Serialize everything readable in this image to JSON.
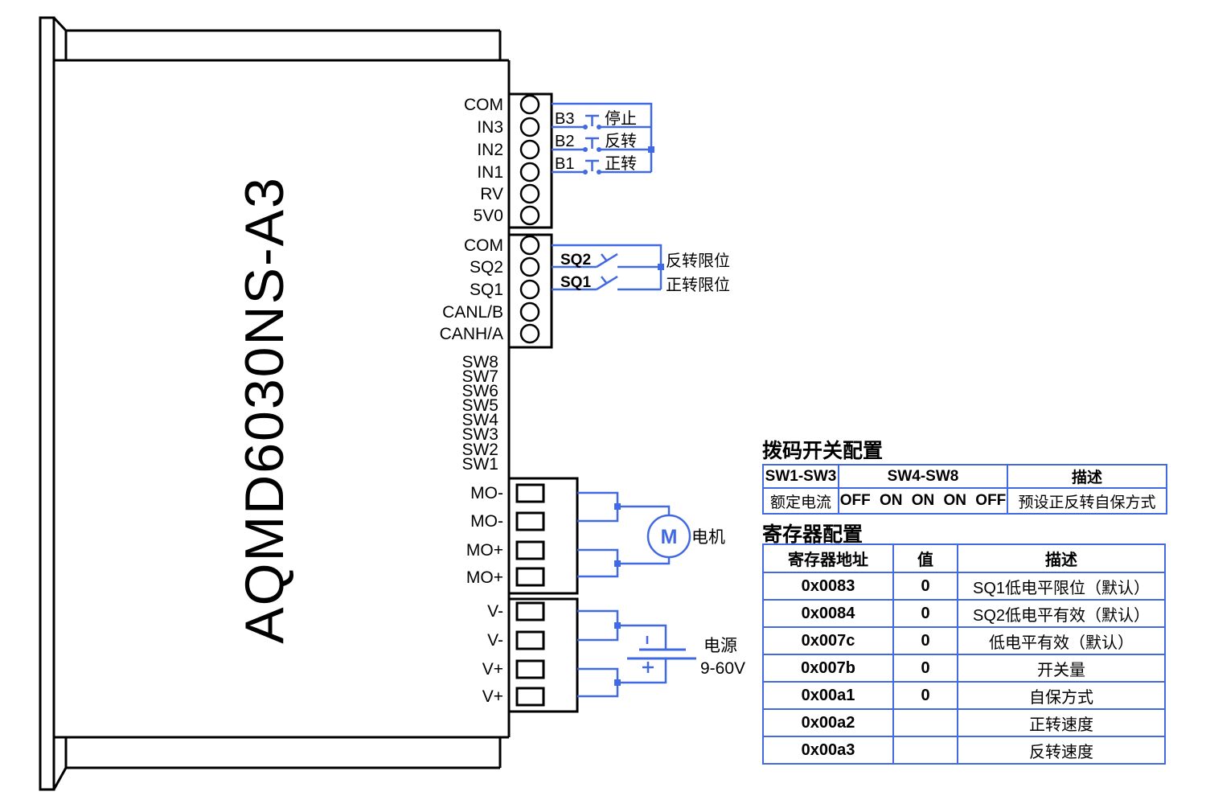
{
  "device": {
    "name": "AQMD6030NS-A3"
  },
  "connectors": {
    "digital_inputs": [
      "COM",
      "IN3",
      "IN2",
      "IN1",
      "RV",
      "5V0"
    ],
    "limit_can": [
      "COM",
      "SQ2",
      "SQ1",
      "CANL/B",
      "CANH/A"
    ],
    "dip_switches": [
      "SW8",
      "SW7",
      "SW6",
      "SW5",
      "SW4",
      "SW3",
      "SW2",
      "SW1"
    ],
    "motor_terminals": [
      "MO-",
      "MO-",
      "MO+",
      "MO+"
    ],
    "power_terminals": [
      "V-",
      "V-",
      "V+",
      "V+"
    ]
  },
  "buttons": [
    {
      "id": "B3",
      "label": "停止"
    },
    {
      "id": "B2",
      "label": "反转"
    },
    {
      "id": "B1",
      "label": "正转"
    }
  ],
  "limit_switches": [
    {
      "id": "SQ2",
      "label": "反转限位"
    },
    {
      "id": "SQ1",
      "label": "正转限位"
    }
  ],
  "motor": {
    "symbol": "M",
    "label": "电机"
  },
  "power": {
    "label": "电源",
    "voltage": "9-60V",
    "negative_marker": "-",
    "positive_marker": "+"
  },
  "tables": {
    "dip": {
      "title": "拨码开关配置",
      "headers": [
        "SW1-SW3",
        "SW4-SW8",
        "描述"
      ],
      "row": [
        "额定电流",
        "OFF ON ON ON OFF",
        "预设正反转自保方式"
      ]
    },
    "registers": {
      "title": "寄存器配置",
      "headers": [
        "寄存器地址",
        "值",
        "描述"
      ],
      "rows": [
        [
          "0x0083",
          "0",
          "SQ1低电平限位（默认）"
        ],
        [
          "0x0084",
          "0",
          "SQ2低电平有效（默认）"
        ],
        [
          "0x007c",
          "0",
          "低电平有效（默认）"
        ],
        [
          "0x007b",
          "0",
          "开关量"
        ],
        [
          "0x00a1",
          "0",
          "自保方式"
        ],
        [
          "0x00a2",
          "",
          "正转速度"
        ],
        [
          "0x00a3",
          "",
          "反转速度"
        ]
      ]
    }
  },
  "colors": {
    "wire_blue": "#4169e1",
    "line_black": "#000000"
  }
}
